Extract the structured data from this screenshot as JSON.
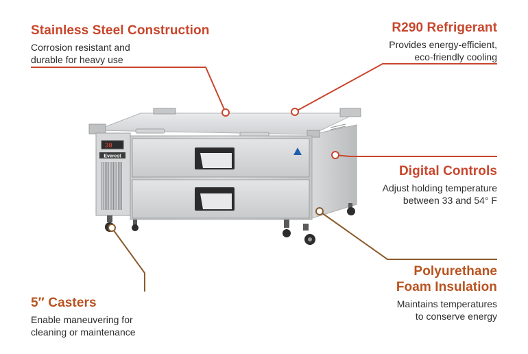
{
  "features": {
    "stainless": {
      "title": "Stainless Steel Construction",
      "desc1": "Corrosion resistant and",
      "desc2": "durable for heavy use"
    },
    "refrigerant": {
      "title": "R290 Refrigerant",
      "desc1": "Provides energy-efficient,",
      "desc2": "eco-friendly cooling"
    },
    "controls": {
      "title": "Digital Controls",
      "desc1": "Adjust holding temperature",
      "desc2": "between 33 and 54° F"
    },
    "insulation": {
      "title1": "Polyurethane",
      "title2": "Foam Insulation",
      "desc1": "Maintains temperatures",
      "desc2": "to conserve energy"
    },
    "casters": {
      "title": "5″ Casters",
      "desc1": "Enable maneuvering for",
      "desc2": "cleaning or maintenance"
    }
  },
  "product": {
    "brand_badge": "Everest",
    "display_digits": "38"
  },
  "colors": {
    "accent_red": "#c8462c",
    "accent_brown": "#8a5a2b",
    "text": "#2e2e2e"
  }
}
